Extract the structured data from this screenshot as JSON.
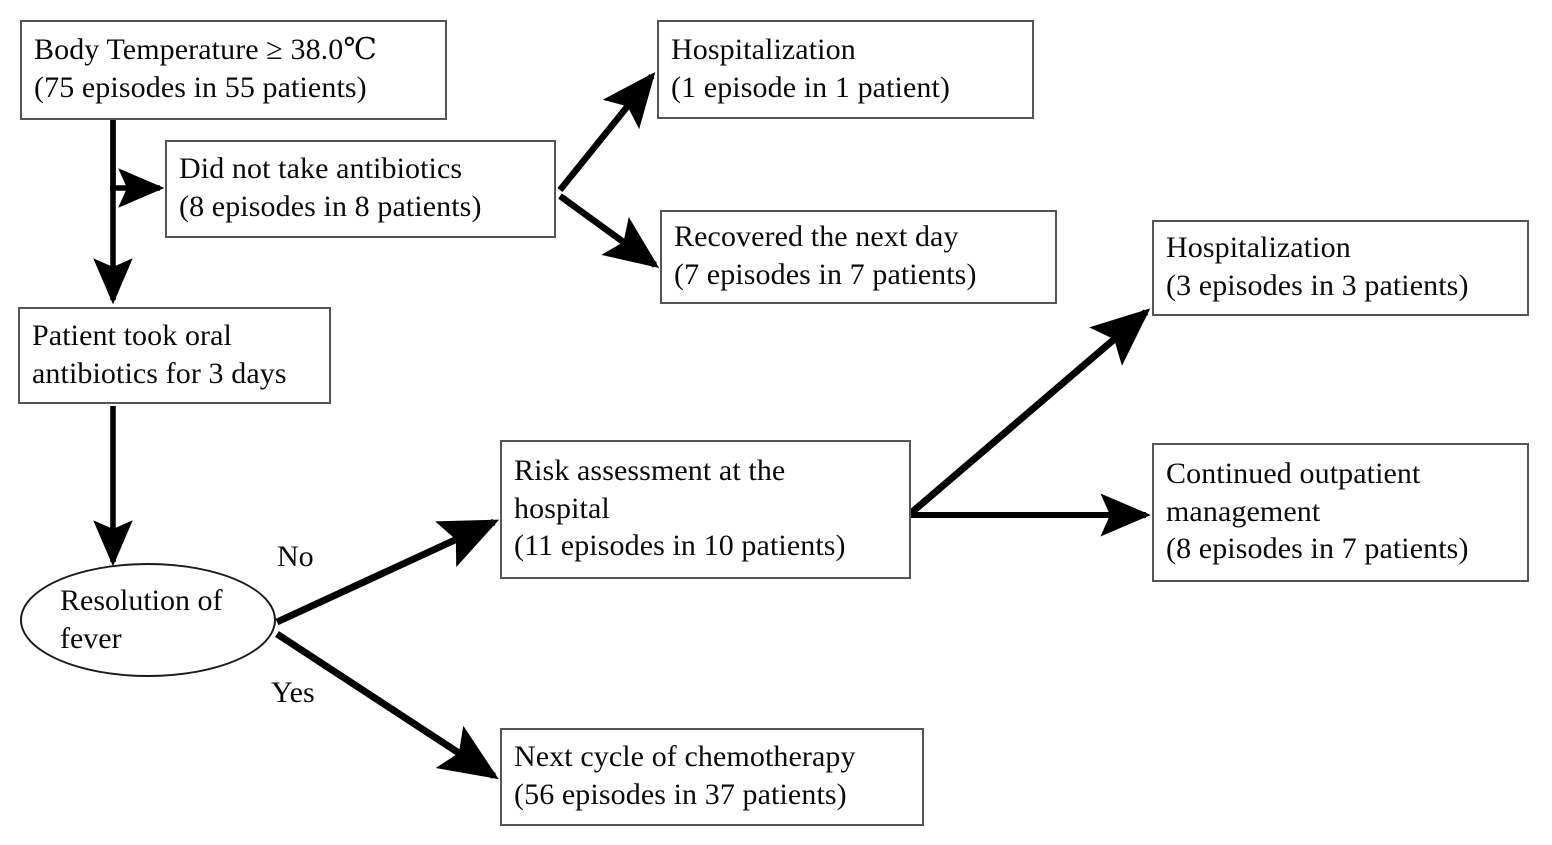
{
  "diagram": {
    "type": "clinical-flowchart",
    "nodes": [
      {
        "id": "body-temperature",
        "shape": "rect",
        "lines": [
          "Body Temperature ≥ 38.0℃",
          "(75 episodes  in  55 patients)"
        ]
      },
      {
        "id": "did-not-take-antibiotics",
        "shape": "rect",
        "lines": [
          "Did not take antibiotics",
          "(8 episodes  in  8 patients)"
        ]
      },
      {
        "id": "hospitalization-top",
        "shape": "rect",
        "lines": [
          "Hospitalization",
          "(1 episode  in  1 patient)"
        ]
      },
      {
        "id": "recovered-next-day",
        "shape": "rect",
        "lines": [
          "Recovered the next day",
          "(7 episodes  in 7 patients)"
        ]
      },
      {
        "id": "patient-took-oral-antibiotics",
        "shape": "rect",
        "lines": [
          "Patient took oral",
          "antibiotics for 3 days"
        ]
      },
      {
        "id": "resolution-of-fever",
        "shape": "ellipse",
        "lines": [
          "Resolution of",
          "fever"
        ]
      },
      {
        "id": "risk-assessment",
        "shape": "rect",
        "lines": [
          "Risk assessment at the",
          "hospital",
          "(11 episodes  in  10 patients)"
        ]
      },
      {
        "id": "hospitalization-right",
        "shape": "rect",
        "lines": [
          "Hospitalization",
          "(3 episodes  in  3 patients)"
        ]
      },
      {
        "id": "continued-outpatient",
        "shape": "rect",
        "lines": [
          "Continued outpatient",
          "management",
          "(8 episodes  in  7 patients)"
        ]
      },
      {
        "id": "next-cycle-chemotherapy",
        "shape": "rect",
        "lines": [
          "Next cycle of chemotherapy",
          "(56 episodes  in  37 patients)"
        ]
      }
    ],
    "edge_labels": {
      "no": "No",
      "yes": "Yes"
    },
    "colors": {
      "box_border": "#555555",
      "ellipse_border": "#1a1a1a",
      "arrow": "#000000",
      "text": "#0a0a0a",
      "background": "#ffffff"
    }
  }
}
